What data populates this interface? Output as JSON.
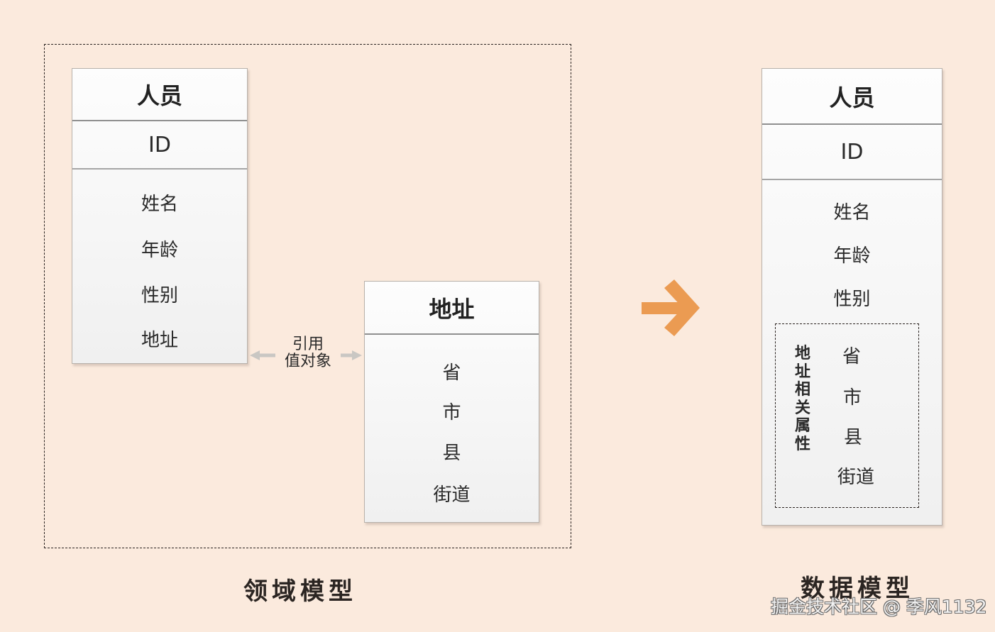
{
  "domain_model": {
    "caption": "领域模型",
    "person_entity": {
      "title": "人员",
      "id_field": "ID",
      "attributes": [
        "姓名",
        "年龄",
        "性别",
        "地址"
      ]
    },
    "address_entity": {
      "title": "地址",
      "attributes": [
        "省",
        "市",
        "县",
        "街道"
      ]
    },
    "relation": {
      "line1": "引用",
      "line2": "值对象"
    }
  },
  "data_model": {
    "caption": "数据模型",
    "person_table": {
      "title": "人员",
      "id_field": "ID",
      "attributes": [
        "姓名",
        "年龄",
        "性别"
      ],
      "address_group": {
        "label": "地址相关属性",
        "attributes": [
          "省",
          "市",
          "县",
          "街道"
        ]
      }
    }
  },
  "transform_arrow": {
    "icon": "arrow-right-icon",
    "color": "#eb9b52"
  },
  "colors": {
    "background": "#fbeadd",
    "arrow": "#eb9b52",
    "relation_arrow": "#c9c7c3"
  },
  "watermark": "掘金技术社区 @ 季风1132"
}
